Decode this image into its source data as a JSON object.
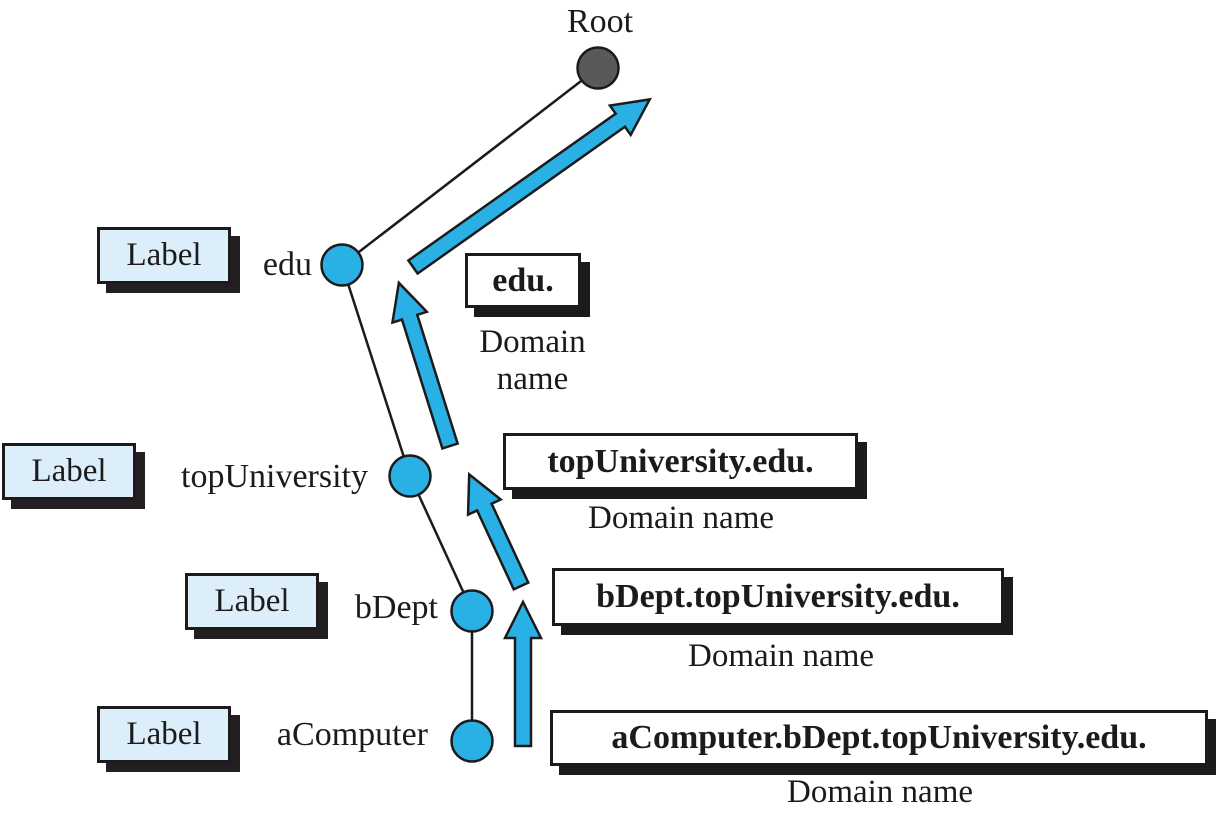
{
  "root": {
    "label": "Root"
  },
  "levels": [
    {
      "label_box": "Label",
      "node": "edu",
      "domain": "edu.",
      "caption": "Domain name"
    },
    {
      "label_box": "Label",
      "node": "topUniversity",
      "domain": "topUniversity.edu.",
      "caption": "Domain name"
    },
    {
      "label_box": "Label",
      "node": "bDept",
      "domain": "bDept.topUniversity.edu.",
      "caption": "Domain name"
    },
    {
      "label_box": "Label",
      "node": "aComputer",
      "domain": "aComputer.bDept.topUniversity.edu.",
      "caption": "Domain name"
    }
  ],
  "colors": {
    "node_fill": "#29b1e6",
    "root_fill": "#58595b",
    "arrow_fill": "#29b1e6",
    "label_box_fill": "#dceef9",
    "box_shadow": "#231f20",
    "outline": "#1c1a1b"
  }
}
